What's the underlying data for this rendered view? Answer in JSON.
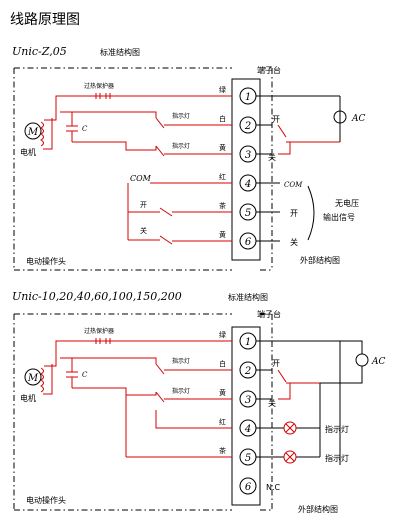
{
  "title": "线路原理图",
  "top": {
    "model": "Unic-Z,05",
    "struct_label": "标准结构图",
    "terminal_block": "端子台",
    "overload": "过热保护器",
    "motor_symbol": "M",
    "motor": "电机",
    "cap": "C",
    "indicator1": "指示灯",
    "indicator2": "指示灯",
    "actuator": "电动操作头",
    "external": "外部结构图",
    "com_left": "COM",
    "com_right": "COM",
    "open_left": "开",
    "close_left": "关",
    "wire_colors": [
      "绿",
      "白",
      "黄",
      "红",
      "茶",
      "黄"
    ],
    "terminals": [
      "1",
      "2",
      "3",
      "4",
      "5",
      "6"
    ],
    "ac": "AC",
    "open_right": "开",
    "close_right": "关",
    "signal_line1": "无电压",
    "signal_line2": "输出信号",
    "out_open": "开",
    "out_close": "关"
  },
  "bottom": {
    "model": "Unic-10,20,40,60,100,150,200",
    "struct_label": "标准结构图",
    "terminal_block": "端子台",
    "overload": "过热保护器",
    "motor_symbol": "M",
    "motor": "电机",
    "cap": "C",
    "indicator1": "指示灯",
    "indicator2": "指示灯",
    "actuator": "电动操作头",
    "external": "外部结构图",
    "wire_colors": [
      "绿",
      "白",
      "黄",
      "红",
      "茶"
    ],
    "terminals": [
      "1",
      "2",
      "3",
      "4",
      "5",
      "6"
    ],
    "ac": "AC",
    "open_right": "开",
    "close_right": "关",
    "lamp1": "指示灯",
    "lamp2": "指示灯",
    "nc": "N.C"
  },
  "colors": {
    "wire": "#d40000",
    "frame": "#000000"
  }
}
